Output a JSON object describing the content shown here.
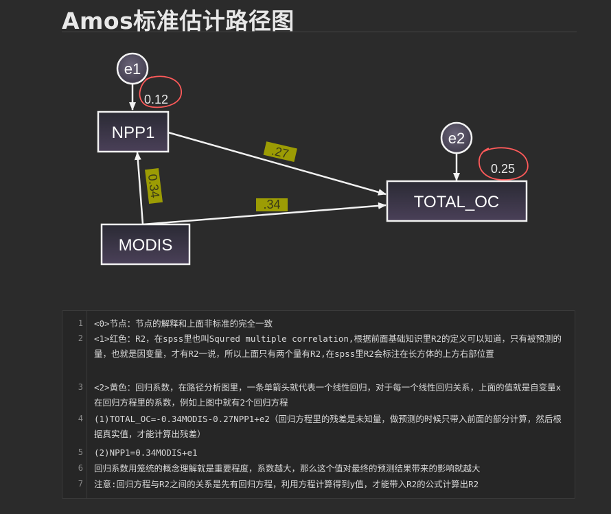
{
  "page": {
    "title": "Amos标准估计路径图"
  },
  "diagram": {
    "nodes": {
      "npp1": "NPP1",
      "modis": "MODIS",
      "total_oc": "TOTAL_OC",
      "e1": "e1",
      "e2": "e2"
    },
    "r2": {
      "npp1": "0.12",
      "total_oc": "0.25"
    },
    "paths": {
      "npp1_to_total": ".27",
      "modis_to_total": ".34",
      "modis_to_npp1": "0.34"
    },
    "colors": {
      "highlight": "#b9b900",
      "r2_circle": "#ff5a5a",
      "node_fill": "#3f3a4f"
    }
  },
  "notes": [
    {
      "no": "1",
      "text": "<0>节点：节点的解释和上面非标准的完全一致"
    },
    {
      "no": "2",
      "text": "<1>红色：R2，在spss里也叫Squred multiple correlation,根据前面基础知识里R2的定义可以知道，只有被预测的量，也就是因变量，才有R2一说，所以上面只有两个量有R2,在spss里R2会标注在长方体的上方右部位置"
    },
    {
      "no": "3",
      "text": "<2>黄色：回归系数，在路径分析图里，一条单箭头就代表一个线性回归，对于每一个线性回归关系，上面的值就是自变量x在回归方程里的系数，例如上图中就有2个回归方程"
    },
    {
      "no": "4",
      "text": "(1)TOTAL_OC=-0.34MODIS-0.27NPP1+e2（回归方程里的残差是未知量，做预测的时候只带入前面的部分计算，然后根据真实值，才能计算出残差）"
    },
    {
      "no": "5",
      "text": "(2)NPP1=0.34MODIS+e1"
    },
    {
      "no": "6",
      "text": "回归系数用笼统的概念理解就是重要程度，系数越大，那么这个值对最终的预测结果带来的影响就越大"
    },
    {
      "no": "7",
      "text": "注意:回归方程与R2之间的关系是先有回归方程，利用方程计算得到y值，才能带入R2的公式计算出R2"
    }
  ]
}
